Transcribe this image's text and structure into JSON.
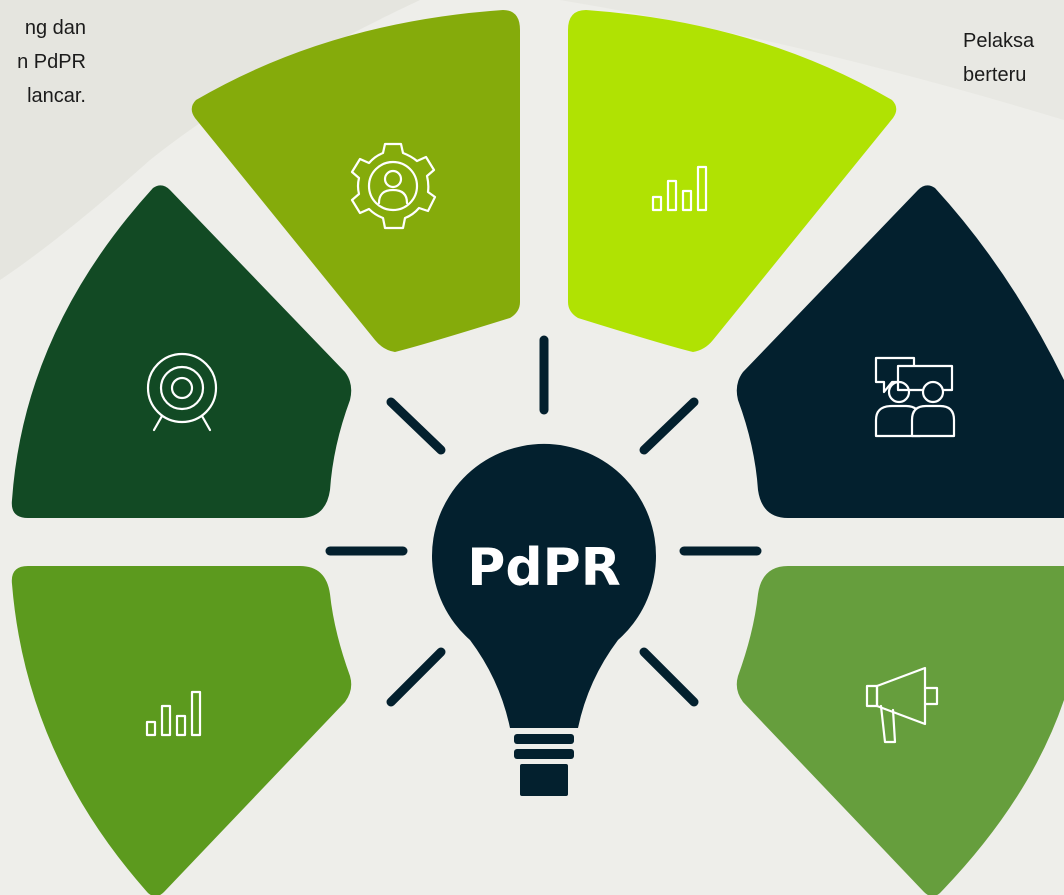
{
  "center_label": "PdPR",
  "text_left": {
    "lines": [
      "ng dan",
      "n PdPR",
      "lancar."
    ]
  },
  "text_right": {
    "lines": [
      "Pelaksa",
      "berteru"
    ]
  },
  "colors": {
    "background": "#eeeeea",
    "bulb": "#03202e",
    "rays": "#03202e",
    "segment_top_left": "#85ab0b",
    "segment_top_right": "#b0e203",
    "segment_mid_left": "#124a24",
    "segment_mid_right": "#03202e",
    "segment_bottom_left": "#5c9a1e",
    "segment_bottom_right": "#669e3d",
    "icon_stroke": "#ffffff"
  },
  "segments": [
    {
      "id": "top-left",
      "icon": "gear-person-icon"
    },
    {
      "id": "top-right",
      "icon": "bar-chart-icon"
    },
    {
      "id": "mid-left",
      "icon": "target-icon"
    },
    {
      "id": "mid-right",
      "icon": "discussion-icon"
    },
    {
      "id": "bottom-left",
      "icon": "bar-chart-icon"
    },
    {
      "id": "bottom-right",
      "icon": "megaphone-icon"
    }
  ]
}
